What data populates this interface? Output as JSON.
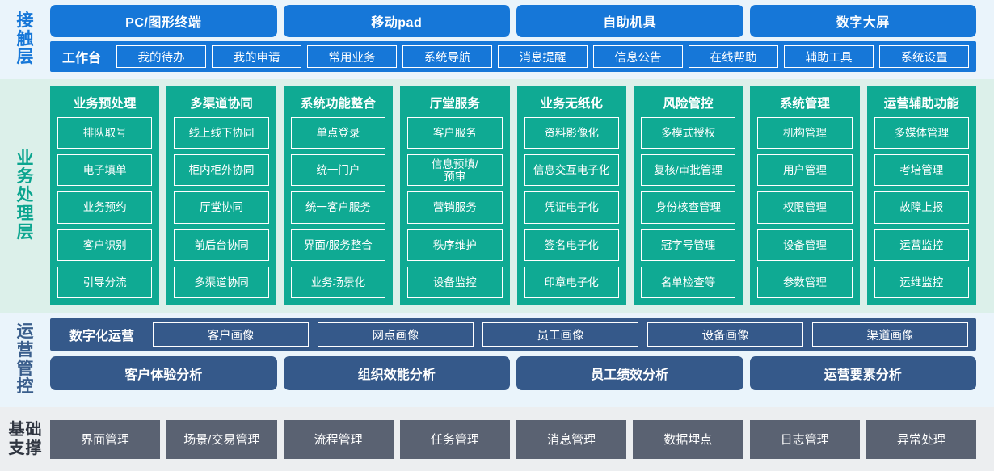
{
  "layers": {
    "contact": {
      "label": "接触层",
      "label_chars": [
        "接",
        "触",
        "层"
      ],
      "color": "#1677d8",
      "band_bg": "#eaf4fb",
      "channels": [
        "PC/图形终端",
        "移动pad",
        "自助机具",
        "数字大屏"
      ],
      "workbench_title": "工作台",
      "workbench_items": [
        "我的待办",
        "我的申请",
        "常用业务",
        "系统导航",
        "消息提醒",
        "信息公告",
        "在线帮助",
        "辅助工具",
        "系统设置"
      ]
    },
    "business": {
      "label": "业务处理层",
      "label_chars": [
        "业",
        "务",
        "处",
        "理",
        "层"
      ],
      "color": "#0faa93",
      "band_bg": "#dcf0ea",
      "columns": [
        {
          "title": "业务预处理",
          "items": [
            "排队取号",
            "电子填单",
            "业务预约",
            "客户识别",
            "引导分流"
          ]
        },
        {
          "title": "多渠道协同",
          "items": [
            "线上线下协同",
            "柜内柜外协同",
            "厅堂协同",
            "前后台协同",
            "多渠道协同"
          ]
        },
        {
          "title": "系统功能整合",
          "items": [
            "单点登录",
            "统一门户",
            "统一客户服务",
            "界面/服务整合",
            "业务场景化"
          ]
        },
        {
          "title": "厅堂服务",
          "items": [
            "客户服务",
            "信息预填/\n预审",
            "营销服务",
            "秩序维护",
            "设备监控"
          ]
        },
        {
          "title": "业务无纸化",
          "items": [
            "资料影像化",
            "信息交互电子化",
            "凭证电子化",
            "签名电子化",
            "印章电子化"
          ]
        },
        {
          "title": "风险管控",
          "items": [
            "多模式授权",
            "复核/审批管理",
            "身份核查管理",
            "冠字号管理",
            "名单检查等"
          ]
        },
        {
          "title": "系统管理",
          "items": [
            "机构管理",
            "用户管理",
            "权限管理",
            "设备管理",
            "参数管理"
          ]
        },
        {
          "title": "运营辅助功能",
          "items": [
            "多媒体管理",
            "考培管理",
            "故障上报",
            "运营监控",
            "运维监控"
          ]
        }
      ]
    },
    "operations": {
      "label": "运营管控",
      "label_chars": [
        "运",
        "营",
        "管",
        "控"
      ],
      "color": "#35598a",
      "band_bg": "#eaf4fb",
      "digital_title": "数字化运营",
      "portrait_items": [
        "客户画像",
        "网点画像",
        "员工画像",
        "设备画像",
        "渠道画像"
      ],
      "analysis_items": [
        "客户体验分析",
        "组织效能分析",
        "员工绩效分析",
        "运营要素分析"
      ]
    },
    "foundation": {
      "label": "基础支撑",
      "label_chars": [
        "基",
        "础",
        "支",
        "撑"
      ],
      "color": "#5a6272",
      "band_bg": "#eceef0",
      "items": [
        "界面管理",
        "场景/交易管理",
        "流程管理",
        "任务管理",
        "消息管理",
        "数据埋点",
        "日志管理",
        "异常处理"
      ]
    }
  }
}
